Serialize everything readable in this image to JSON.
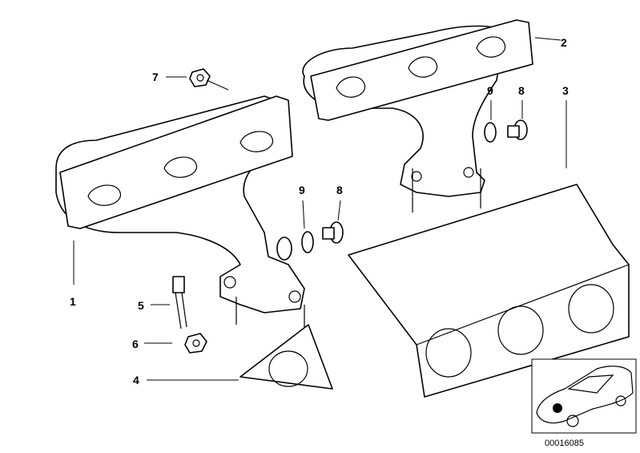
{
  "diagram": {
    "part_labels": {
      "manifold_front": "1",
      "manifold_rear": "2",
      "heat_shield": "3",
      "gasket": "4",
      "bolt": "5",
      "nut_lower": "6",
      "nut_upper": "7",
      "plug_right": "8",
      "washer_right": "9",
      "plug_center": "8",
      "washer_center": "9"
    },
    "image_code": "00016085"
  }
}
